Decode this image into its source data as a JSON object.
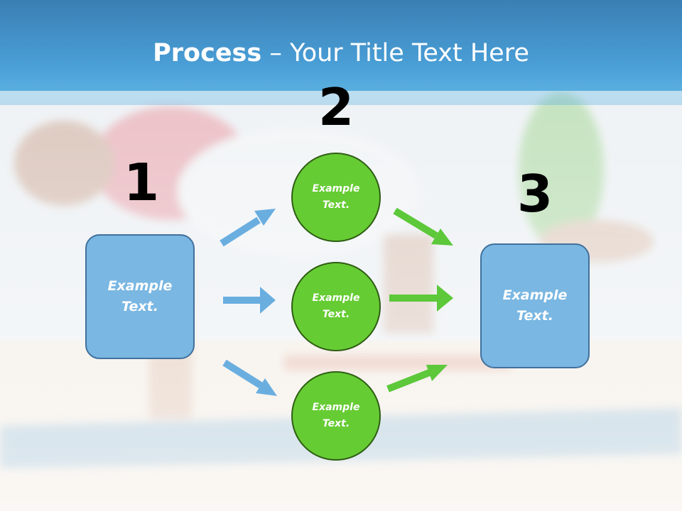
{
  "slide": {
    "title_bold": "Process",
    "title_rest": " – Your Title Text Here"
  },
  "steps": {
    "n1": "1",
    "n2": "2",
    "n3": "3"
  },
  "nodes": {
    "left_box": "Example Text.",
    "right_box": "Example Text.",
    "circle_top": "Example Text.",
    "circle_middle": "Example Text.",
    "circle_bottom": "Example Text."
  },
  "colors": {
    "header_band": "#3f8fc8",
    "box_fill": "#7ab7e2",
    "circle_fill": "#66cc33",
    "arrow_blue": "#6aaee0",
    "arrow_green": "#5cc83a"
  }
}
